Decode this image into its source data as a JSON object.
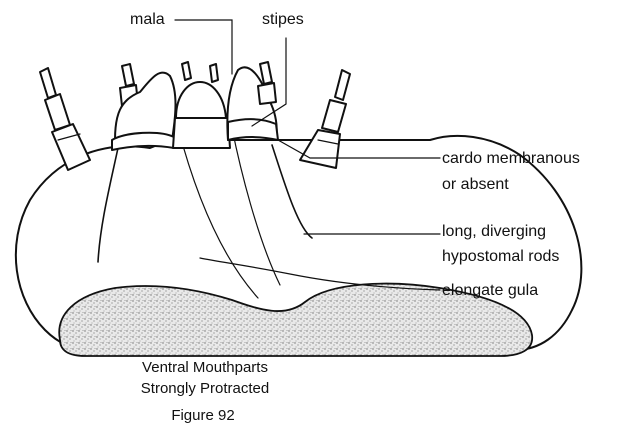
{
  "labels": {
    "mala": "mala",
    "stipes": "stipes",
    "cardo": "cardo membranous",
    "cardo_line2": "or absent",
    "rods": "long, diverging",
    "rods_line2": "hypostomal rods",
    "gula": "elongate gula"
  },
  "caption": {
    "line1": "Ventral Mouthparts",
    "line2": "Strongly Protracted",
    "figure": "Figure 92"
  },
  "colors": {
    "ink": "#111111",
    "stipple": "#9a9a9a",
    "background": "#ffffff"
  }
}
